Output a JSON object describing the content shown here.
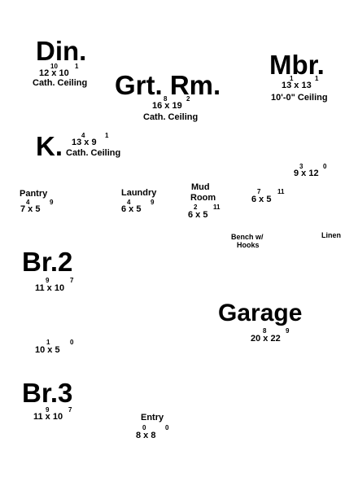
{
  "rooms": {
    "din": {
      "name": "Din.",
      "dim": "12 x 10",
      "sup_a": "10",
      "sup_b": "1",
      "note": "Cath. Ceiling"
    },
    "grt": {
      "name": "Grt. Rm.",
      "dim": "16 x 19",
      "sup_a": "8",
      "sup_b": "2",
      "note": "Cath. Ceiling"
    },
    "mbr": {
      "name": "Mbr.",
      "dim": "13 x 13",
      "sup_a": "1",
      "sup_b": "1",
      "note": "10'-0\" Ceiling"
    },
    "k": {
      "name": "K.",
      "dim": "13 x 9",
      "sup_a": "4",
      "sup_b": "1",
      "note": "Cath. Ceiling"
    },
    "pantry": {
      "name": "Pantry",
      "dim": "7 x 5",
      "sup_a": "4",
      "sup_b": "9"
    },
    "laundry": {
      "name": "Laundry",
      "dim": "6 x 5",
      "sup_a": "4",
      "sup_b": "9"
    },
    "mud": {
      "name_1": "Mud",
      "name_2": "Room",
      "dim": "6 x 5",
      "sup_a": "2",
      "sup_b": "11"
    },
    "closet_a": {
      "dim": "6 x 5",
      "sup_a": "7",
      "sup_b": "11"
    },
    "closet_b": {
      "dim": "9 x 12",
      "sup_a": "3",
      "sup_b": "0"
    },
    "bench": {
      "line_1": "Bench w/",
      "line_2": "Hooks"
    },
    "linen": {
      "name": "Linen"
    },
    "br2": {
      "name": "Br.2",
      "dim": "11 x 10",
      "sup_a": "9",
      "sup_b": "7"
    },
    "garage": {
      "name": "Garage",
      "dim": "20 x 22",
      "sup_a": "8",
      "sup_b": "9"
    },
    "bath": {
      "dim": "10 x 5",
      "sup_a": "1",
      "sup_b": "0"
    },
    "br3": {
      "name": "Br.3",
      "dim": "11 x 10",
      "sup_a": "9",
      "sup_b": "7"
    },
    "entry": {
      "name": "Entry",
      "dim": "8 x 8",
      "sup_a": "0",
      "sup_b": "0"
    }
  }
}
